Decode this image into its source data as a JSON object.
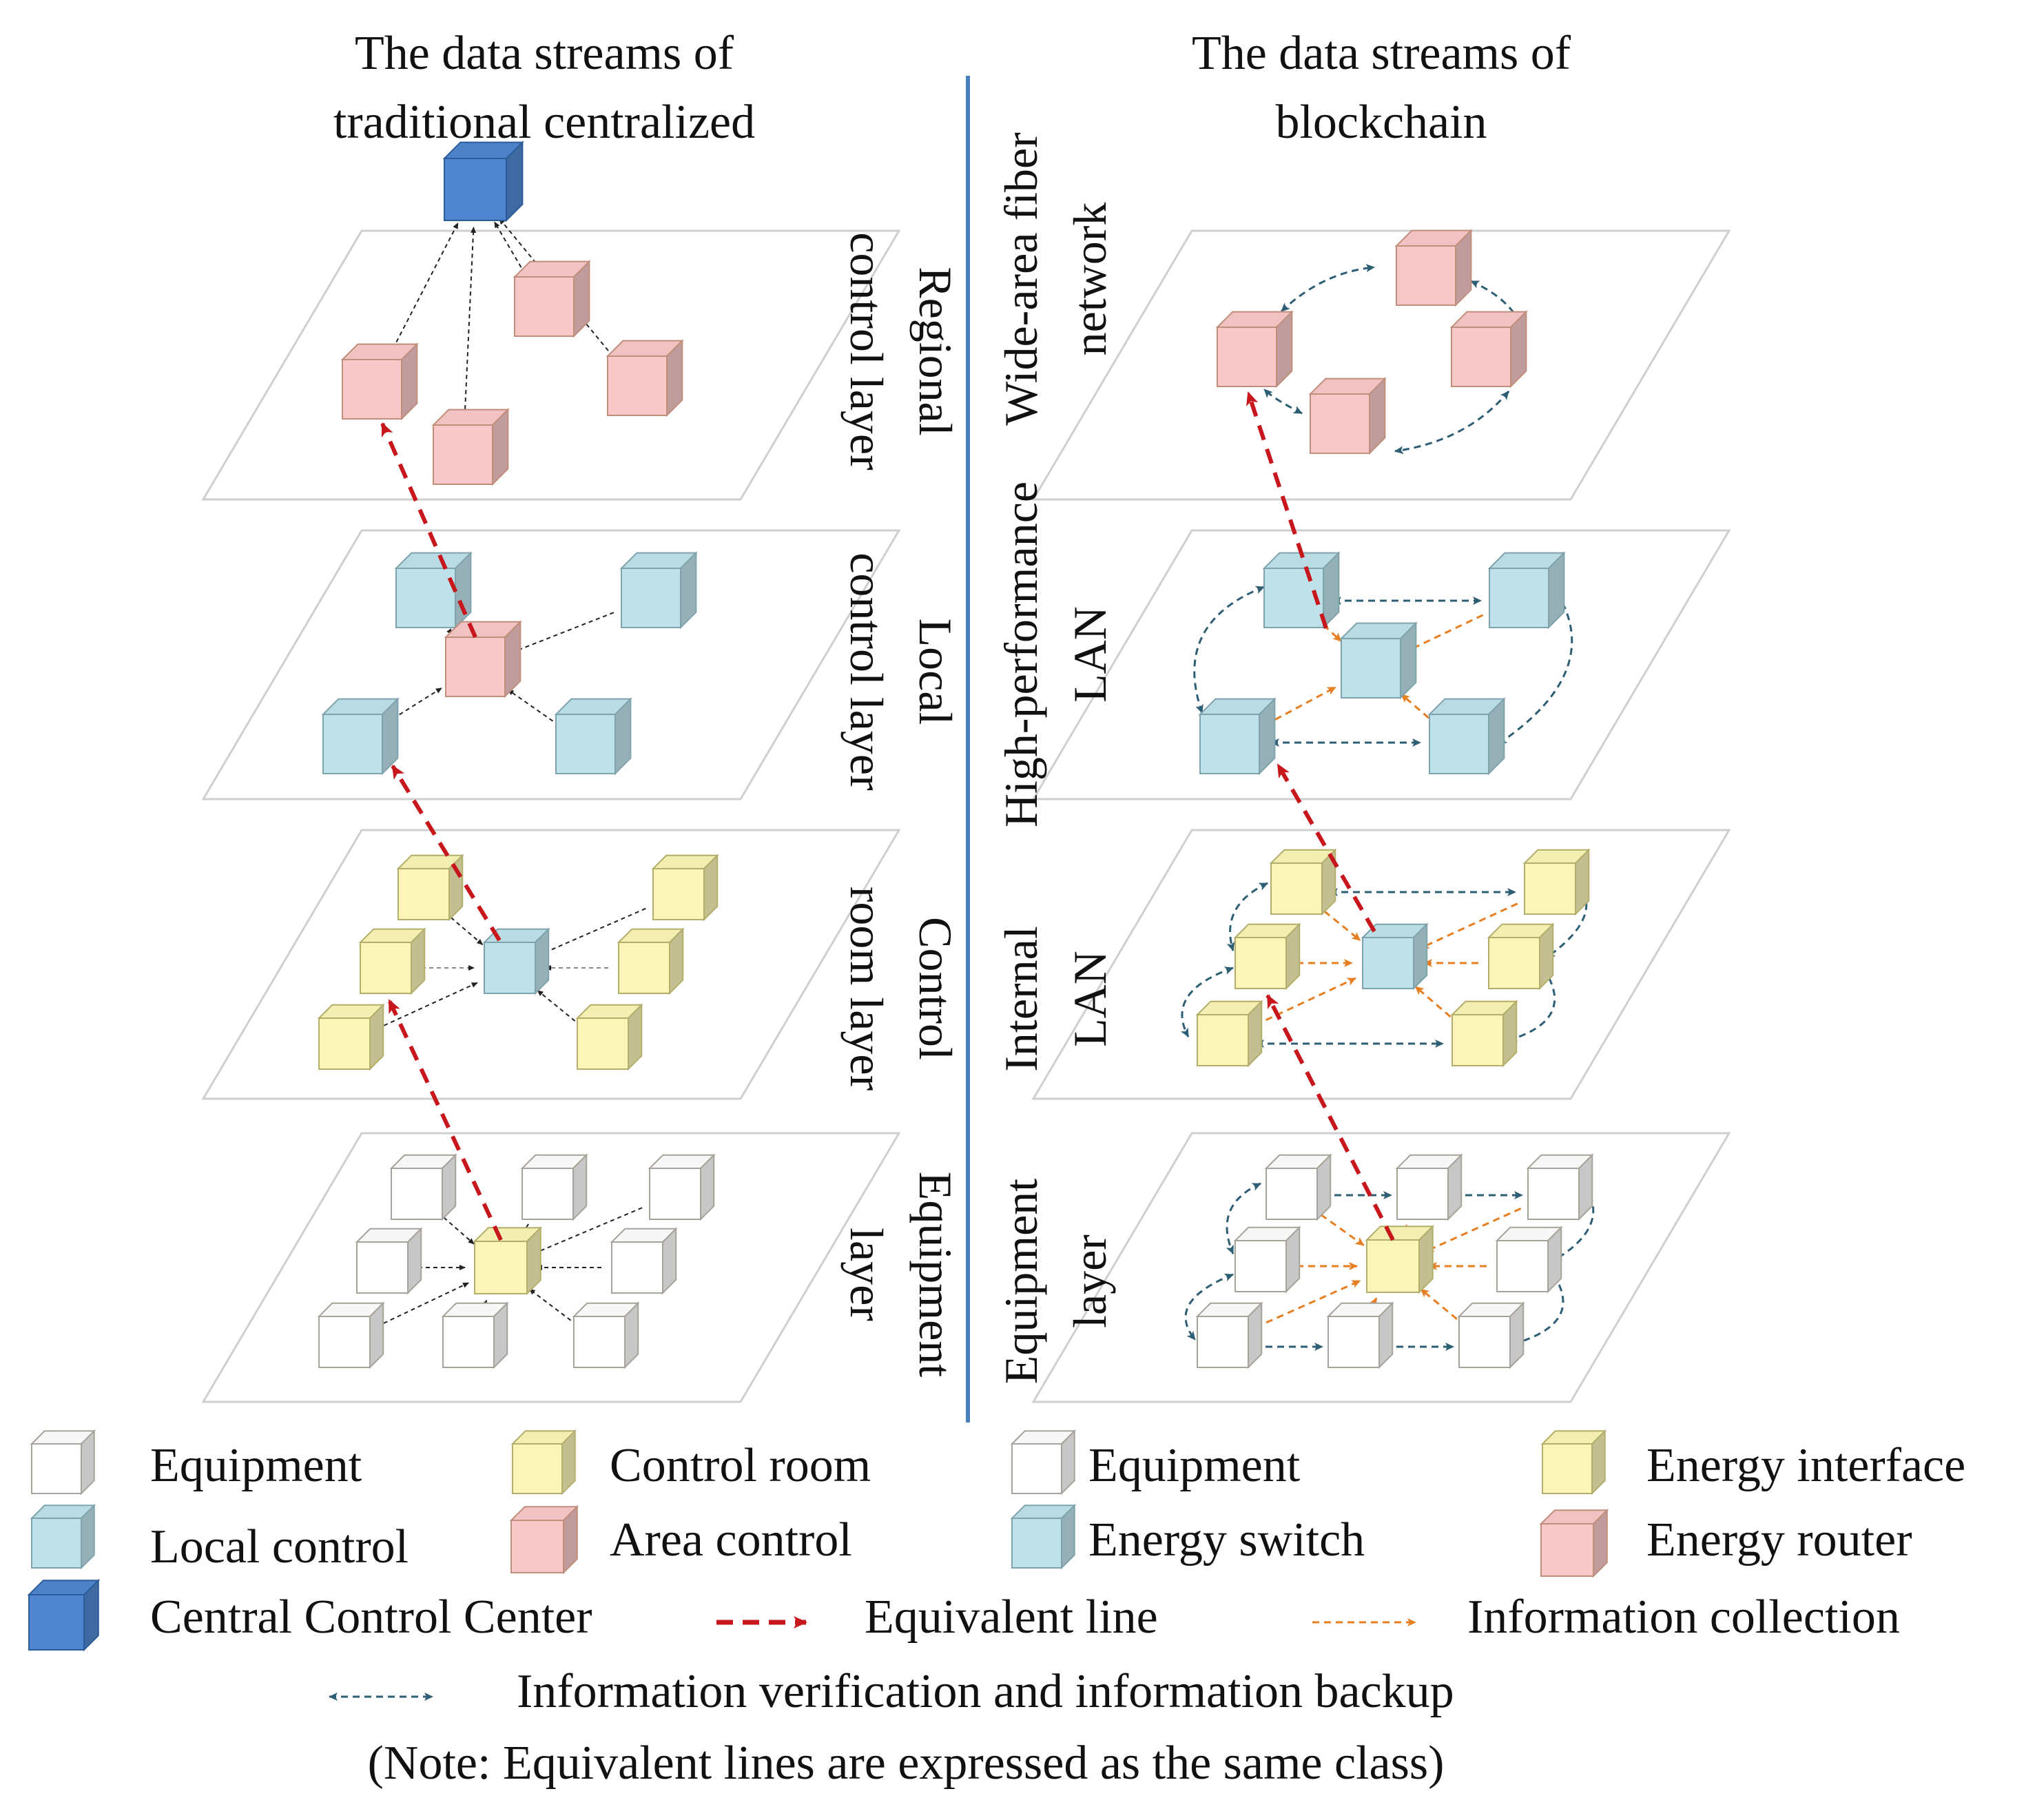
{
  "titles": {
    "left": [
      "The data streams of",
      "traditional centralized"
    ],
    "right": [
      "The data streams of",
      "blockchain"
    ]
  },
  "layers": {
    "left": [
      {
        "lines": [
          "Regional",
          "control layer"
        ]
      },
      {
        "lines": [
          "Local",
          "control layer"
        ]
      },
      {
        "lines": [
          "Control",
          "room layer"
        ]
      },
      {
        "lines": [
          "Equipment",
          "layer"
        ]
      }
    ],
    "right": [
      {
        "lines": [
          "Wide-area fiber",
          "network"
        ]
      },
      {
        "lines": [
          "High-performance",
          "LAN"
        ]
      },
      {
        "lines": [
          "Internal",
          "LAN"
        ]
      },
      {
        "lines": [
          "Equipment",
          "layer"
        ]
      }
    ]
  },
  "legend": {
    "equipment": "Equipment",
    "control_room": "Control room",
    "local_control": "Local control",
    "area_control": "Area control",
    "central_control_center": "Central Control Center",
    "equipment_bc": "Equipment",
    "energy_interface": "Energy interface",
    "energy_switch": "Energy switch",
    "energy_router": "Energy router",
    "equivalent_line": "Equivalent line",
    "information_collection": "Information collection",
    "information_verification": "Information verification and information backup",
    "note": "(Note: Equivalent lines are expressed as the same class)"
  },
  "colors": {
    "equipment": "#ffffff",
    "control_room": "#fbf5b8",
    "local_control": "#bfe2ea",
    "area_control": "#f8c8c8",
    "central": "#4f86cf",
    "divider": "#4a7fc0",
    "equivalent_line": "#c8161d",
    "information_collection": "#e67e22",
    "verification": "#2e5e74",
    "arrow_black": "#222222"
  }
}
